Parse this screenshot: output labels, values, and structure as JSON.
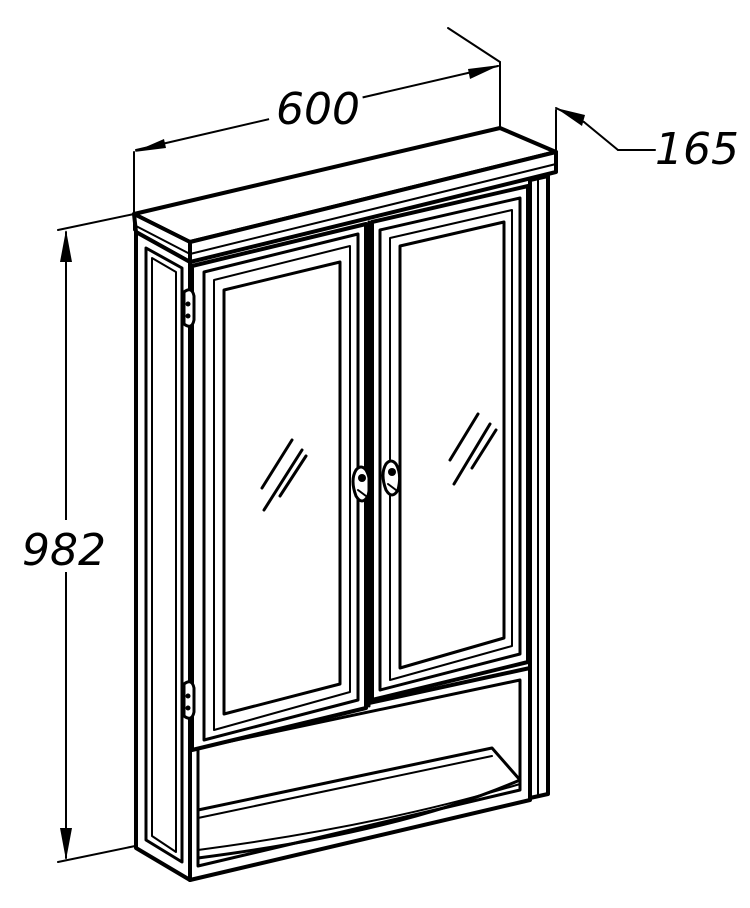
{
  "dimensions": {
    "width": "600",
    "depth": "165",
    "height": "982"
  },
  "colors": {
    "line": "#000000",
    "background": "#ffffff"
  }
}
